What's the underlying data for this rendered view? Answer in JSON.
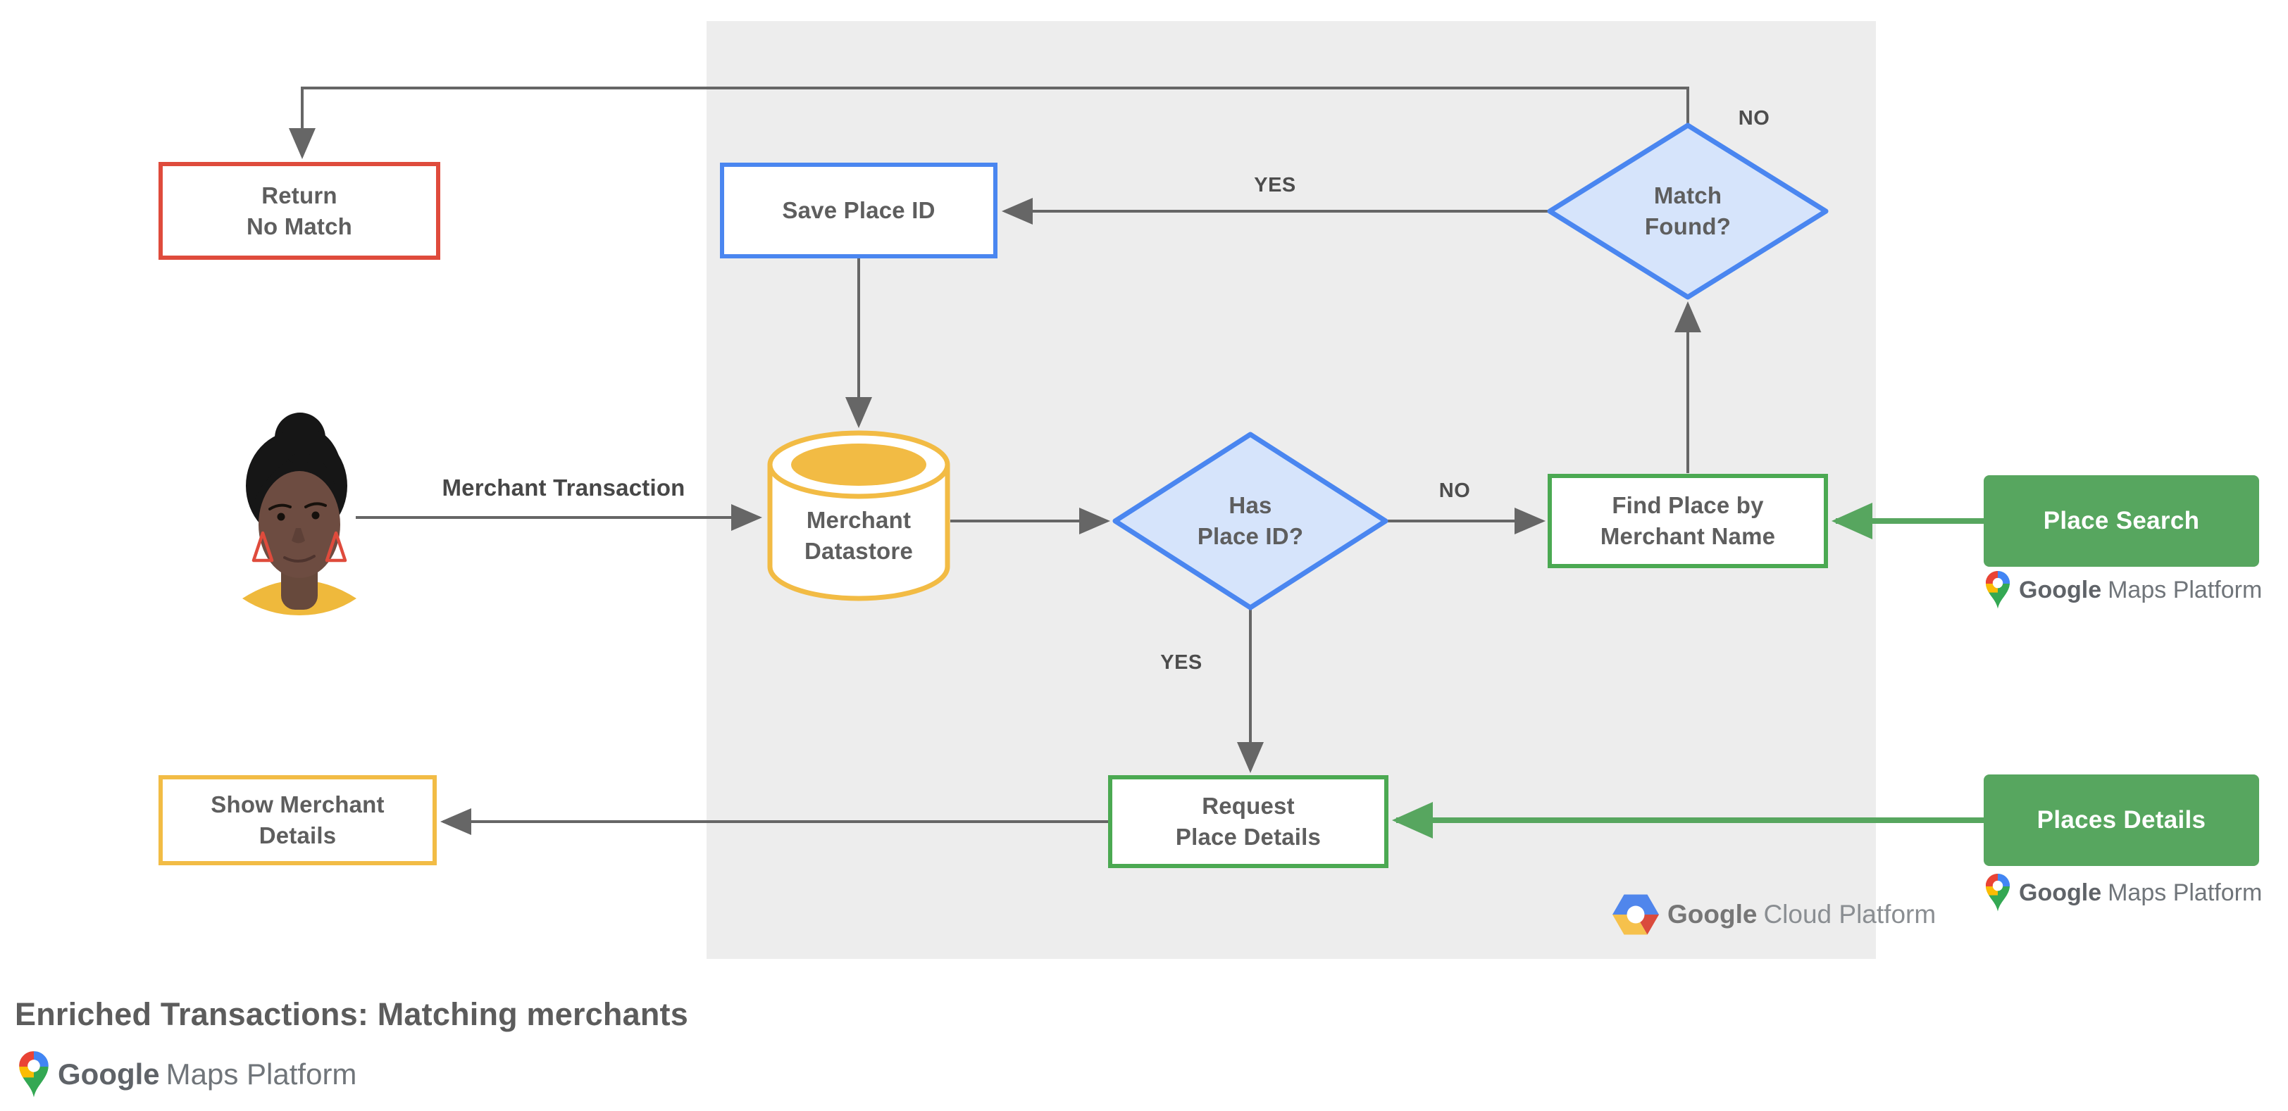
{
  "nodes": {
    "return_no_match": "Return\nNo Match",
    "save_place_id": "Save Place ID",
    "match_found": "Match\nFound?",
    "merchant_datastore": "Merchant\nDatastore",
    "has_place_id": "Has\nPlace ID?",
    "find_place_by_merchant_name": "Find Place by\nMerchant Name",
    "place_search": "Place Search",
    "request_place_details": "Request\nPlace Details",
    "places_details": "Places Details",
    "show_merchant_details": "Show Merchant\nDetails"
  },
  "edge_labels": {
    "merchant_transaction": "Merchant Transaction",
    "match_found_yes": "YES",
    "match_found_no": "NO",
    "has_place_id_no": "NO",
    "has_place_id_yes": "YES"
  },
  "logos": {
    "maps_platform": {
      "brand": "Google",
      "product": "Maps Platform"
    },
    "cloud_platform": {
      "brand": "Google",
      "product": "Cloud Platform"
    }
  },
  "footer": {
    "title": "Enriched Transactions: Matching merchants"
  },
  "colors": {
    "blue_stroke": "#4A86F0",
    "blue_fill": "#D6E4FB",
    "red_stroke": "#DF4B3C",
    "yellow_stroke": "#F2BB44",
    "green": "#57A65F",
    "gray_line": "#666666",
    "node_text": "#5E5E5E",
    "panel_bg": "#EDEDED"
  }
}
